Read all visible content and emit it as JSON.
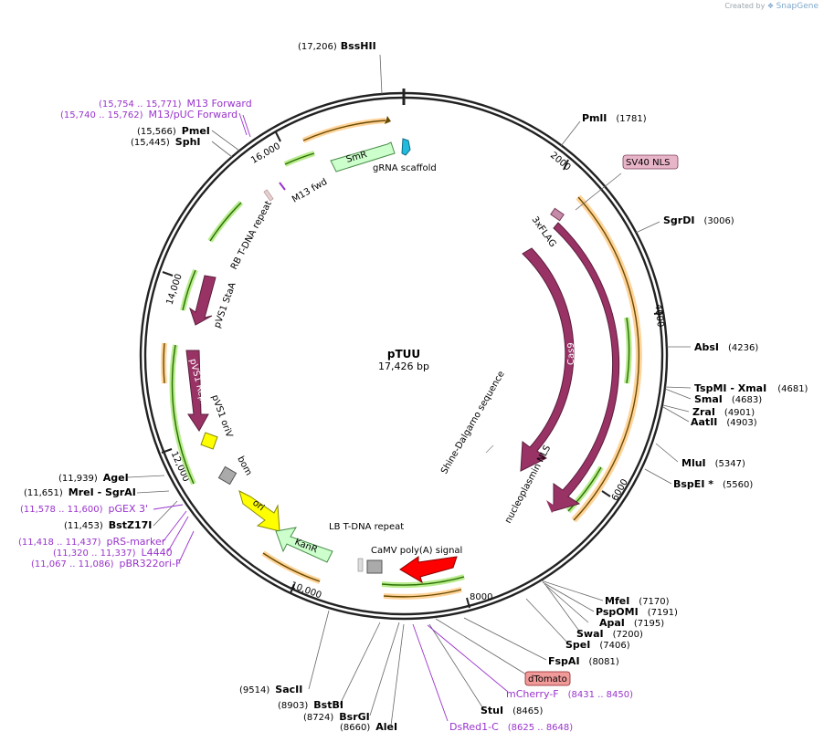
{
  "credit": {
    "prefix": "Created by",
    "brand": "SnapGene"
  },
  "plasmid": {
    "name": "pTUU",
    "length_label": "17,426 bp",
    "length": 17426
  },
  "ticks": [
    {
      "pos": 2000,
      "label": "2000"
    },
    {
      "pos": 4000,
      "label": "4000"
    },
    {
      "pos": 6000,
      "label": "6000"
    },
    {
      "pos": 8000,
      "label": "8000"
    },
    {
      "pos": 10000,
      "label": "10,000"
    },
    {
      "pos": 12000,
      "label": "12,000"
    },
    {
      "pos": 14000,
      "label": "14,000"
    },
    {
      "pos": 16000,
      "label": "16,000"
    }
  ],
  "sites": [
    {
      "name": "BssHII",
      "pos_label": "(17,206)"
    },
    {
      "name": "PmlI",
      "pos_label": "(1781)"
    },
    {
      "name": "SgrDI",
      "pos_label": "(3006)"
    },
    {
      "name": "AbsI",
      "pos_label": "(4236)"
    },
    {
      "name": "TspMI",
      "suffix": " - XmaI",
      "pos_label": "(4681)"
    },
    {
      "name": "SmaI",
      "pos_label": "(4683)"
    },
    {
      "name": "ZraI",
      "pos_label": "(4901)"
    },
    {
      "name": "AatII",
      "pos_label": "(4903)"
    },
    {
      "name": "MluI",
      "pos_label": "(5347)"
    },
    {
      "name": "BspEI *",
      "pos_label": "(5560)"
    },
    {
      "name": "MfeI",
      "pos_label": "(7170)"
    },
    {
      "name": "PspOMI",
      "pos_label": "(7191)"
    },
    {
      "name": "ApaI",
      "pos_label": "(7195)"
    },
    {
      "name": "SwaI",
      "pos_label": "(7200)"
    },
    {
      "name": "SpeI",
      "pos_label": "(7406)"
    },
    {
      "name": "FspAI",
      "pos_label": "(8081)"
    },
    {
      "name": "StuI",
      "pos_label": "(8465)"
    },
    {
      "name": "AleI",
      "pos_label": "(8660)"
    },
    {
      "name": "BsrGI",
      "pos_label": "(8724)"
    },
    {
      "name": "BstBI",
      "pos_label": "(8903)"
    },
    {
      "name": "SacII",
      "pos_label": "(9514)"
    },
    {
      "name": "BstZ17I",
      "pos_label": "(11,453)"
    },
    {
      "name": "MreI",
      "suffix": " - SgrAI",
      "pos_label": "(11,651)"
    },
    {
      "name": "AgeI",
      "pos_label": "(11,939)"
    },
    {
      "name": "SphI",
      "pos_label": "(15,445)"
    },
    {
      "name": "PmeI",
      "pos_label": "(15,566)"
    }
  ],
  "primers": [
    {
      "name": "M13 Forward",
      "range": "(15,754 .. 15,771)"
    },
    {
      "name": "M13/pUC Forward",
      "range": "(15,740 .. 15,762)"
    },
    {
      "name": "pGEX 3'",
      "range": "(11,578 .. 11,600)"
    },
    {
      "name": "pRS-marker",
      "range": "(11,418 .. 11,437)"
    },
    {
      "name": "L4440",
      "range": "(11,320 .. 11,337)"
    },
    {
      "name": "pBR322ori-F",
      "range": "(11,067 .. 11,086)"
    },
    {
      "name": "mCherry-F",
      "range": "(8431 .. 8450)"
    },
    {
      "name": "DsRed1-C",
      "range": "(8625 .. 8648)"
    }
  ],
  "boxed_labels": [
    {
      "name": "SV40 NLS",
      "color": "#e8b4c8"
    },
    {
      "name": "dTomato",
      "color": "#f19a9a"
    }
  ],
  "features": [
    {
      "name": "Cas9",
      "color": "#993366"
    },
    {
      "name": "Cas9",
      "color": "#993366"
    },
    {
      "name": "pVS1 RepA",
      "color": "#993366"
    },
    {
      "name": "pVS1 StaA",
      "color": "#993366"
    },
    {
      "name": "3xFLAG",
      "color": "#c48ba8"
    },
    {
      "name": "nucleoplasmin NLS",
      "color": "#993366"
    },
    {
      "name": "Shine-Dalgarno sequence",
      "color": "#993366"
    },
    {
      "name": "SmR",
      "color": "#ccffcc"
    },
    {
      "name": "KanR",
      "color": "#ccffcc"
    },
    {
      "name": "ori",
      "color": "#ffff00"
    },
    {
      "name": "CaMV poly(A) signal",
      "color": "#ff0000"
    },
    {
      "name": "gRNA scaffold",
      "color": "#22bbdd"
    },
    {
      "name": "bom",
      "color": "#aaaaaa"
    },
    {
      "name": "pVS1 oriV",
      "color": "#ffff00"
    },
    {
      "name": "LB T-DNA repeat",
      "color": "#aaaaaa"
    },
    {
      "name": "RB T-DNA repeat",
      "color": "#dddddd"
    },
    {
      "name": "M13 fwd",
      "color": "#9933cc"
    }
  ],
  "colors": {
    "backbone": "#222222",
    "enzyme_text": "#000000",
    "primer_text": "#9933cc",
    "orf_green": "#66cc33",
    "orf_orange": "#ff9900"
  }
}
